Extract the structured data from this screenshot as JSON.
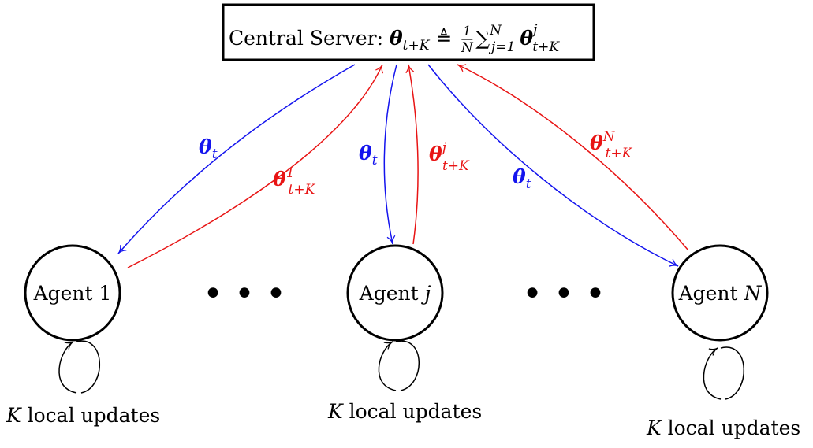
{
  "server": {
    "prefix": "Central Server: ",
    "lhs_symbol": "θ",
    "lhs_sub": "t+K",
    "relation": " ≜ ",
    "frac_num": "1",
    "frac_den": "N",
    "sum_symbol": "∑",
    "sum_upper": "N",
    "sum_lower": "j=1",
    "rhs_symbol": "θ",
    "rhs_sup": "j",
    "rhs_sub": "t+K"
  },
  "agents": [
    {
      "prefix": "Agent ",
      "index": "1"
    },
    {
      "prefix": "Agent ",
      "index": "j"
    },
    {
      "prefix": "Agent ",
      "index": "N"
    }
  ],
  "ellipsis": "• • •",
  "local_updates": {
    "k": "K",
    "text": " local updates"
  },
  "down_labels": [
    {
      "symbol": "θ",
      "sub": "t"
    },
    {
      "symbol": "θ",
      "sub": "t"
    },
    {
      "symbol": "θ",
      "sub": "t"
    }
  ],
  "up_labels": [
    {
      "symbol": "θ",
      "sup": "1",
      "sub": "t+K"
    },
    {
      "symbol": "θ",
      "sup": "j",
      "sub": "t+K"
    },
    {
      "symbol": "θ",
      "sup": "N",
      "sub": "t+K"
    }
  ],
  "colors": {
    "down_arrow": "#1414ee",
    "up_arrow": "#e81414",
    "stroke": "#000000"
  }
}
